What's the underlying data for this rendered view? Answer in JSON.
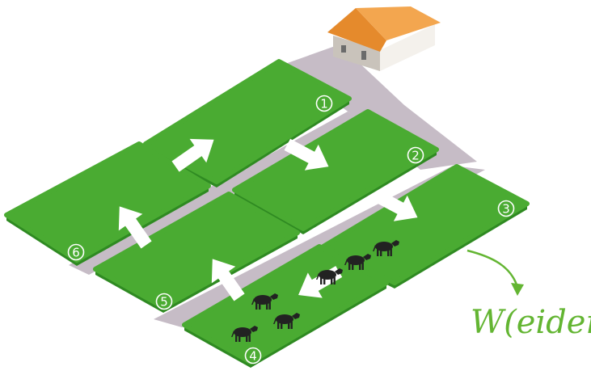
{
  "diagram": {
    "fields": [
      {
        "id": "1",
        "label": "1",
        "has_cows": false
      },
      {
        "id": "2",
        "label": "2",
        "has_cows": false
      },
      {
        "id": "3",
        "label": "3",
        "has_cows": true
      },
      {
        "id": "4",
        "label": "4",
        "has_cows": true
      },
      {
        "id": "5",
        "label": "5",
        "has_cows": false
      },
      {
        "id": "6",
        "label": "6",
        "has_cows": false
      }
    ],
    "rotation_label": "W(eiden)",
    "colors": {
      "field": "#4aab32",
      "field_edge": "#2f8a22",
      "lane": "#c6bcc6",
      "arrow": "#ffffff",
      "accent": "#63b532",
      "roof": "#f3a64f",
      "roof_dark": "#e58a2c",
      "barn_wall": "#f4f1ec",
      "barn_shadow": "#c9c3bb",
      "cow": "#222222"
    },
    "icons": [
      "barn-icon",
      "cow-icon",
      "arrow-icon"
    ]
  }
}
